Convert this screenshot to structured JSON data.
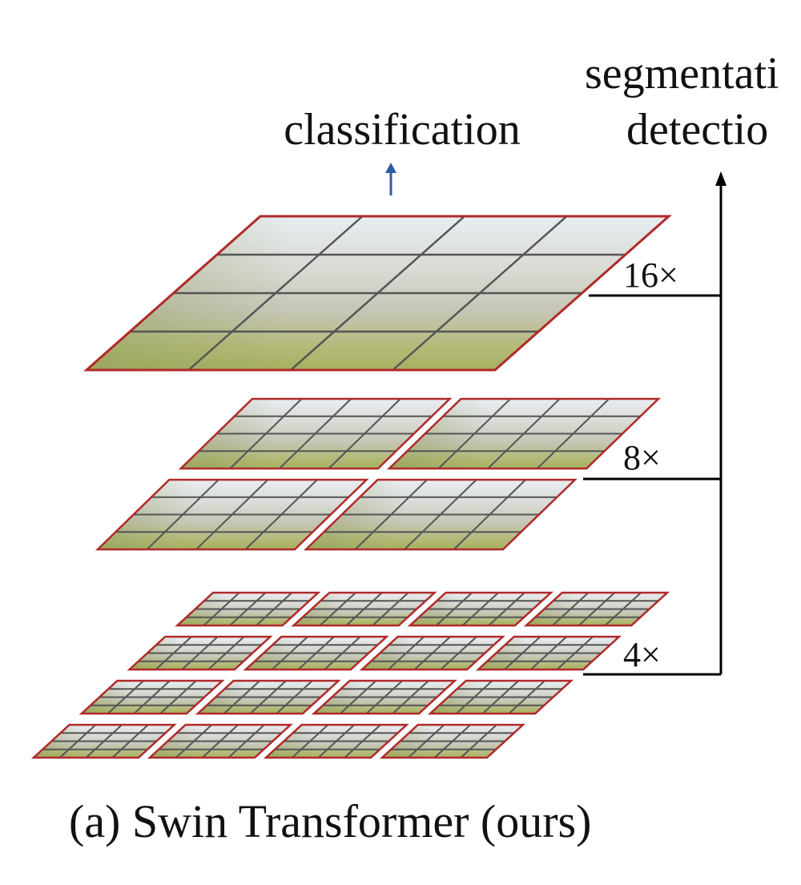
{
  "labels": {
    "classification": "classification",
    "segmentation": "segmentati",
    "detection": "detectio",
    "caption": "(a) Swin Transformer (ours)"
  },
  "stages": [
    {
      "scale_label": "16×",
      "windows_per_side": 1,
      "patches_per_window": 4
    },
    {
      "scale_label": "8×",
      "windows_per_side": 2,
      "patches_per_window": 4
    },
    {
      "scale_label": "4×",
      "windows_per_side": 4,
      "patches_per_window": 4
    }
  ],
  "colors": {
    "window_border": "#b02a2a",
    "patch_grid": "#555555",
    "arrow_blue": "#2e5ca8",
    "line": "#000000",
    "image_sky": "#e6ecf0",
    "image_building": "#c9c9bd",
    "image_foliage": "#aab56a"
  }
}
